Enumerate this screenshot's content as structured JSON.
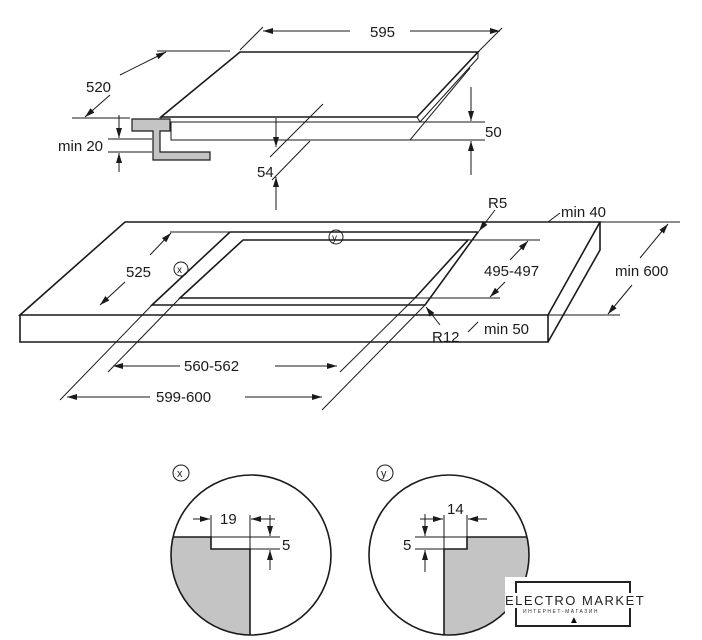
{
  "hob_view": {
    "width_label": "595",
    "depth_label": "520",
    "bracket_label": "min 20",
    "height_label": "50",
    "body_height_label": "54"
  },
  "cutout_view": {
    "radius_back_label": "R5",
    "back_clearance_label": "min 40",
    "cutout_depth_outer_label": "525",
    "cutout_depth_inner_label": "495-497",
    "worktop_depth_label": "min 600",
    "radius_front_label": "R12",
    "front_clearance_label": "min 50",
    "cutout_width_inner_label": "560-562",
    "cutout_width_outer_label": "599-600",
    "marker_x": "x",
    "marker_y": "y"
  },
  "detail_x": {
    "marker": "x",
    "width_label": "19",
    "depth_label": "5"
  },
  "detail_y": {
    "marker": "y",
    "width_label": "14",
    "depth_label": "5"
  },
  "watermark": {
    "name": "ELECTRO MARKET",
    "subtitle": "ИНТЕРНЕТ-МАГАЗИН"
  },
  "colors": {
    "line": "#1a1a1a",
    "section_fill": "#c4c4c4"
  }
}
